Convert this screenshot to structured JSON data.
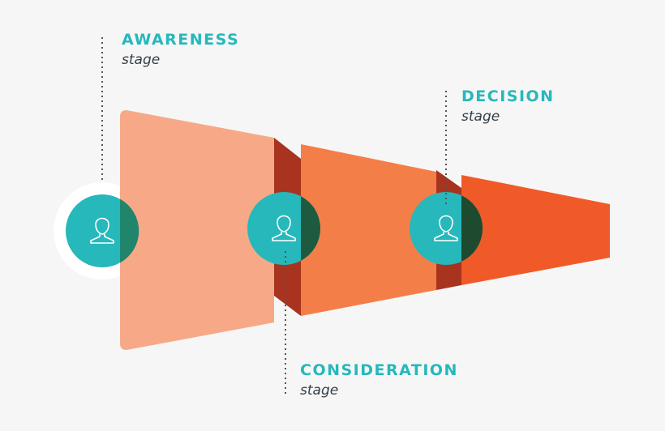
{
  "colors": {
    "background": "#f6f6f6",
    "teal": "#26b8bb",
    "teal_overlap": "#21856c",
    "ring": "#ffffff",
    "awareness_segment": "#f7a987",
    "consideration_segment": "#f47e48",
    "decision_segment": "#f05a28",
    "fold_shadow": "#a8331f",
    "text_dark": "#333d47",
    "dotted_line": "#555555"
  },
  "stages": [
    {
      "id": "awareness",
      "title": "AWARENESS",
      "subtitle": "stage",
      "icon": "person-icon"
    },
    {
      "id": "consideration",
      "title": "CONSIDERATION",
      "subtitle": "stage",
      "icon": "person-icon"
    },
    {
      "id": "decision",
      "title": "DECISION",
      "subtitle": "stage",
      "icon": "person-icon"
    }
  ]
}
